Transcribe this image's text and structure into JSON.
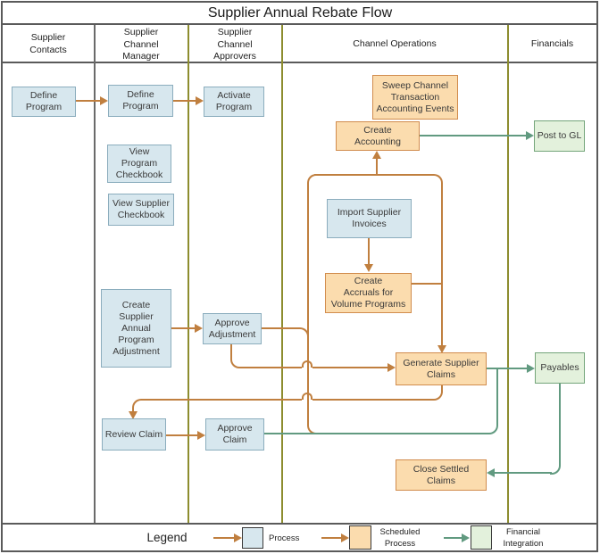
{
  "title": "Supplier Annual Rebate Flow",
  "lanes": [
    {
      "label": "Supplier\nContacts"
    },
    {
      "label": "Supplier\nChannel\nManager"
    },
    {
      "label": "Supplier\nChannel\nApprovers"
    },
    {
      "label": "Channel Operations"
    },
    {
      "label": "Financials"
    }
  ],
  "nodes": {
    "define_program_contacts": {
      "label": "Define\nProgram",
      "type": "process"
    },
    "define_program_manager": {
      "label": "Define\nProgram",
      "type": "process"
    },
    "activate_program": {
      "label": "Activate\nProgram",
      "type": "process"
    },
    "view_program_checkbook": {
      "label": "View\nProgram\nCheckbook",
      "type": "process"
    },
    "view_supplier_checkbook": {
      "label": "View Supplier\nCheckbook",
      "type": "process"
    },
    "create_supplier_annual_program_adjustment": {
      "label": "Create\nSupplier\nAnnual\nProgram\nAdjustment",
      "type": "process"
    },
    "approve_adjustment": {
      "label": "Approve\nAdjustment",
      "type": "process"
    },
    "review_claim": {
      "label": "Review Claim",
      "type": "process"
    },
    "approve_claim": {
      "label": "Approve\nClaim",
      "type": "process"
    },
    "sweep_channel_transaction_accounting_events": {
      "label": "Sweep Channel\nTransaction\nAccounting Events",
      "type": "scheduled"
    },
    "create_accounting": {
      "label": "Create\nAccounting",
      "type": "scheduled"
    },
    "import_supplier_invoices": {
      "label": "Import Supplier\nInvoices",
      "type": "process"
    },
    "create_accruals_for_volume_programs": {
      "label": "Create\nAccruals for\nVolume Programs",
      "type": "scheduled"
    },
    "generate_supplier_claims": {
      "label": "Generate Supplier\nClaims",
      "type": "scheduled"
    },
    "close_settled_claims": {
      "label": "Close Settled\nClaims",
      "type": "scheduled"
    },
    "post_to_gl": {
      "label": "Post to GL",
      "type": "financial"
    },
    "payables": {
      "label": "Payables",
      "type": "financial"
    }
  },
  "legend": {
    "title": "Legend",
    "items": [
      {
        "label": "Process",
        "type": "process"
      },
      {
        "label": "Scheduled\nProcess",
        "type": "scheduled"
      },
      {
        "label": "Financial\nIntegration",
        "type": "financial"
      }
    ]
  },
  "colors": {
    "process_fill": "#d7e7ee",
    "process_border": "#8badbd",
    "scheduled_fill": "#fbdcae",
    "scheduled_border": "#d18c4d",
    "financial_fill": "#e3f1dc",
    "financial_border": "#74a57a",
    "flow_orange": "#c07f3f",
    "flow_green": "#619a80",
    "lane_line_olive": "#8d8d2f",
    "frame_gray": "#5a5a5a",
    "divider_gray": "#6a6a6a",
    "text": "#3a3a3a"
  }
}
